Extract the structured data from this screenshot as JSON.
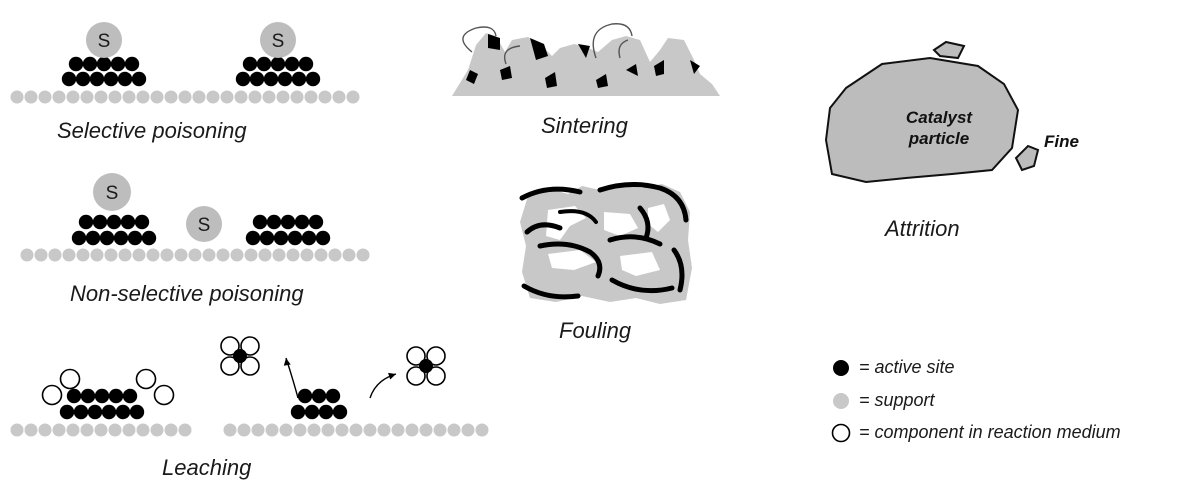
{
  "labels": {
    "selective_poisoning": "Selective poisoning",
    "non_selective_poisoning": "Non-selective poisoning",
    "leaching": "Leaching",
    "sintering": "Sintering",
    "fouling": "Fouling",
    "attrition": "Attrition",
    "catalyst_particle": "Catalyst particle",
    "fine": "Fine",
    "poison_symbol": "S"
  },
  "legend": {
    "active_site": "= active site",
    "support": "= support",
    "component": "= component in reaction medium"
  },
  "colors": {
    "active": "#000000",
    "support": "#c8c8c8",
    "particle": "#bcbcbc",
    "outline": "#111111"
  },
  "icons": {
    "active_site": "filled-black-circle",
    "support": "filled-grey-circle",
    "component": "hollow-circle"
  }
}
